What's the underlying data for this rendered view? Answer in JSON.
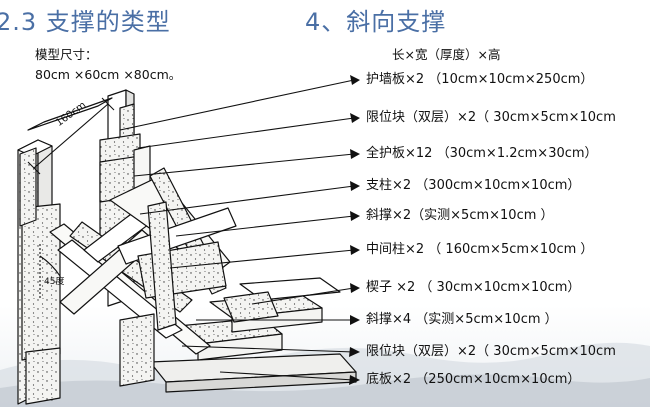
{
  "heading": {
    "section": "2.3 支撑的类型",
    "topic": "4、斜向支撑"
  },
  "model_size": {
    "title": "模型尺寸：",
    "value": "80cm ×60cm ×80cm。"
  },
  "dims_header": "长×宽（厚度）×高",
  "annotations": {
    "length": "160cm",
    "angle": "45度"
  },
  "parts": [
    "护墙板×2 （10cm×10cm×250cm）",
    "限位块（双层）×2（ 30cm×5cm×10cm",
    "全护板×12 （30cm×1.2cm×30cm）",
    "支柱×2 （300cm×10cm×10cm）",
    "斜撑×2（实测×5cm×10cm ）",
    "中间柱×2 （ 160cm×5cm×10cm ）",
    "楔子 ×2 （ 30cm×10cm×10cm）",
    "斜撑×4 （实测×5cm×10cm ）",
    "限位块（双层）×2（ 30cm×5cm×10cm",
    "底板×2 （250cm×10cm×10cm）"
  ]
}
